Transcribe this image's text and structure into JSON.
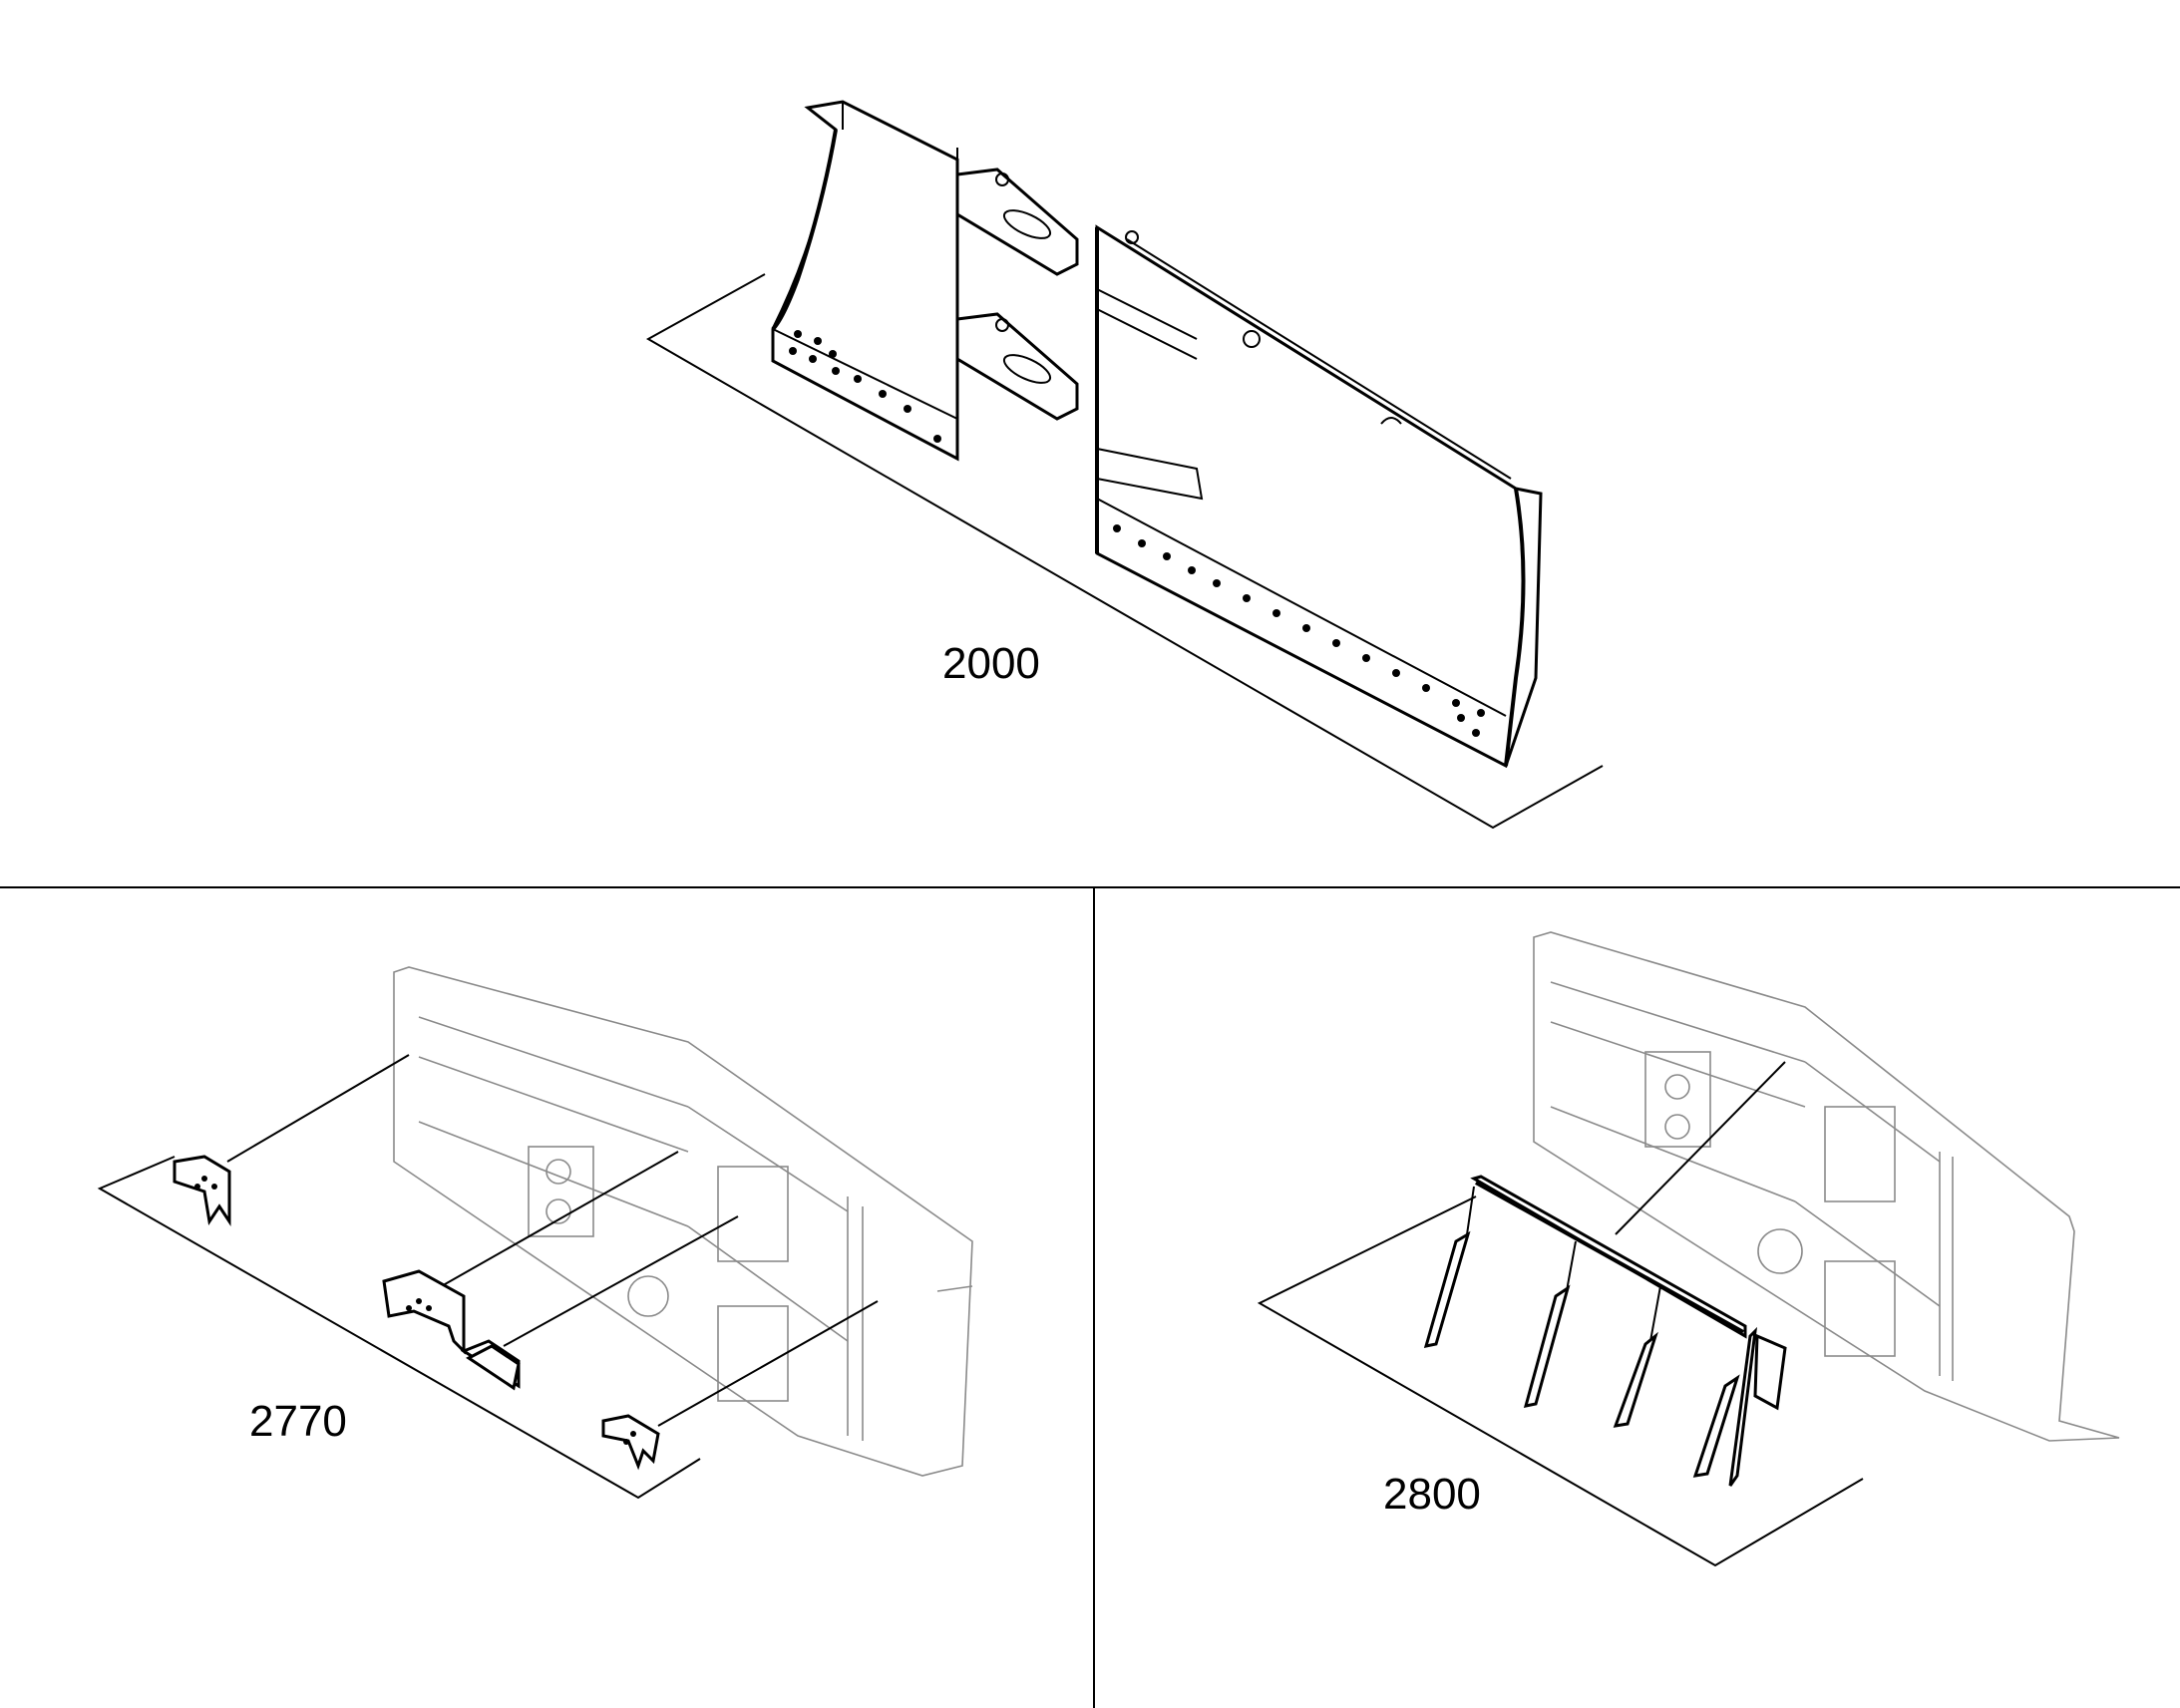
{
  "diagram": {
    "panels": [
      {
        "id": "top",
        "ref": "2000",
        "icon": "dozer-blade-exploded-icon"
      },
      {
        "id": "bottom-left",
        "ref": "2770",
        "icon": "blade-brackets-icon"
      },
      {
        "id": "bottom-right",
        "ref": "2800",
        "icon": "blade-edge-plates-icon"
      }
    ]
  }
}
